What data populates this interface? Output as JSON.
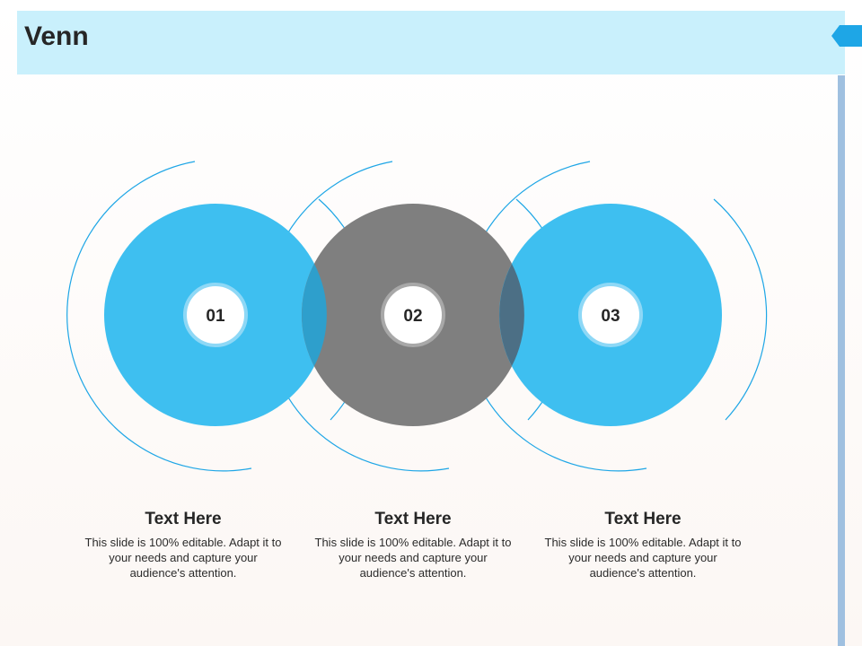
{
  "title": "Venn",
  "colors": {
    "header_bg": "#c9f0fc",
    "accent_blue": "#3ebff0",
    "center_gray": "#7f7f7f",
    "ring_line": "#1ea6e6",
    "side_bar": "#9fc0e0"
  },
  "circles": [
    {
      "label": "01",
      "color": "accent_blue"
    },
    {
      "label": "02",
      "color": "center_gray"
    },
    {
      "label": "03",
      "color": "accent_blue"
    }
  ],
  "items": [
    {
      "heading": "Text Here",
      "body": "This slide is 100% editable. Adapt it to your needs and capture your audience's attention."
    },
    {
      "heading": "Text Here",
      "body": "This slide is 100% editable. Adapt it to your needs and capture your audience's attention."
    },
    {
      "heading": "Text Here",
      "body": "This slide is 100% editable. Adapt it to your needs and capture your audience's attention."
    }
  ]
}
